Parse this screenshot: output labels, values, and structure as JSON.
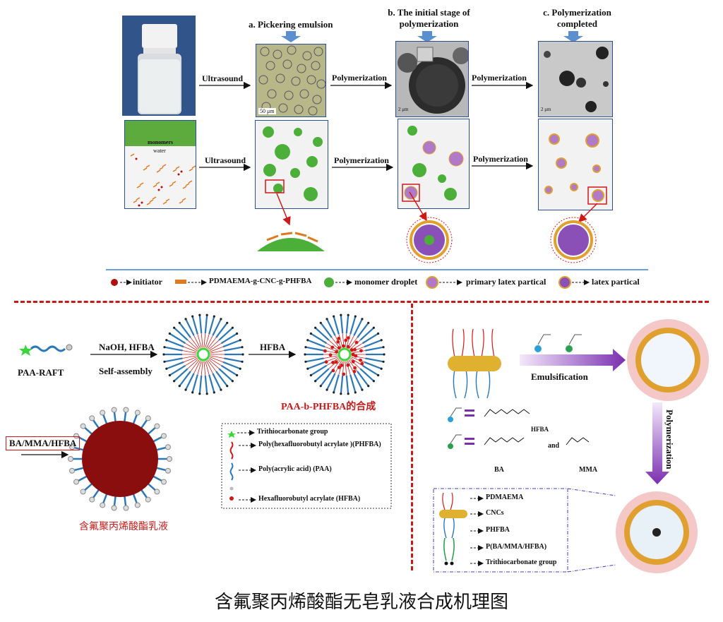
{
  "top": {
    "stage_a": "a. Pickering emulsion",
    "stage_b_line1": "b. The initial stage of",
    "stage_b_line2": "polymerization",
    "stage_c_line1": "c. Polymerization",
    "stage_c_line2": "completed",
    "arrow_ultrasound": "Ultrasound",
    "arrow_polymerization": "Polymerization",
    "scale_50": "50 μm",
    "scale_2a": "2 μm",
    "scale_2b": "2 μm",
    "monomers": "monomers",
    "water": "water"
  },
  "legend": {
    "initiator": "initiator",
    "pdmaema": "PDMAEMA-g-CNC-g-PHFBA",
    "droplet": "monomer droplet",
    "primary": "primary latex partical",
    "latex": "latex partical"
  },
  "bottom_left": {
    "paa_raft": "PAA-RAFT",
    "reagent": "NaOH, HFBA",
    "self_assembly": "Self-assembly",
    "hfba": "HFBA",
    "synthesis_caption": "PAA-b-PHFBA的合成",
    "ba_box": "BA/MMA/HFBA",
    "emulsion_caption": "含氟聚丙烯酸酯乳液",
    "key_trithio": "Trithiocarbonate group",
    "key_phfba": "Poly(hexafluorobutyl acrylate )(PHFBA)",
    "key_paa": "Poly(acrylic acid) (PAA)",
    "key_hfba": "Hexafluorobutyl acrylate (HFBA)"
  },
  "bottom_right": {
    "emulsification": "Emulsification",
    "polymerization": "Polymerization",
    "hfba_label": "HFBA",
    "ba_label": "BA",
    "and": "and",
    "mma_label": "MMA",
    "key_pdmaema": "PDMAEMA",
    "key_cncs": "CNCs",
    "key_phfba": "PHFBA",
    "key_pba": "P(BA/MMA/HFBA)",
    "key_trithio": "Trithiocarbonate group"
  },
  "footer_title": "含氟聚丙烯酸酯无皂乳液合成机理图",
  "colors": {
    "panel_border": "#2a4f8a",
    "divider": "#c41a1a",
    "droplet": "#4caf3a",
    "latex_core": "#7a3aa0",
    "shell": "#e0a030",
    "arrow_blue": "#5b8fd0",
    "arrow_purple": "#7b2fb0"
  }
}
